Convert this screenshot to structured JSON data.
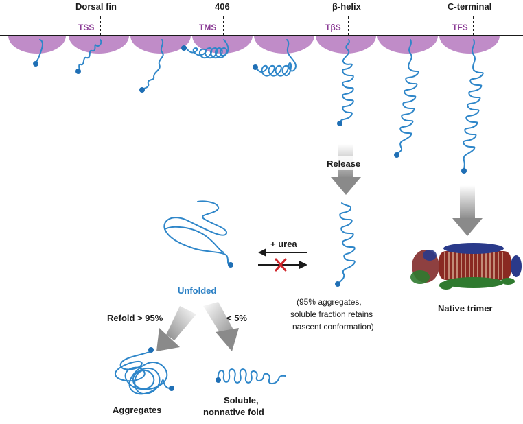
{
  "top_labels": {
    "dorsal_fin": "Dorsal fin",
    "pos_406": "406",
    "beta_helix": "β-helix",
    "c_terminal": "C-terminal"
  },
  "site_labels": {
    "tss": "TSS",
    "tms": "TMS",
    "tbs": "TβS",
    "tfs": "TFS"
  },
  "labels": {
    "release": "Release",
    "urea": "+ urea",
    "unfolded": "Unfolded",
    "refold": "Refold > 95%",
    "less5": "< 5%",
    "aggregates": "Aggregates",
    "soluble_line1": "Soluble,",
    "soluble_line2": "nonnative fold",
    "note_line1": "(95% aggregates,",
    "note_line2": "soluble fraction retains",
    "note_line3": "nascent conformation)",
    "native_trimer": "Native trimer"
  },
  "colors": {
    "ribosome": "#c08cc8",
    "chain": "#2e86c9",
    "site_text": "#8a3a94",
    "unfolded_text": "#2a7fc4",
    "blocked_x": "#d0262b"
  }
}
